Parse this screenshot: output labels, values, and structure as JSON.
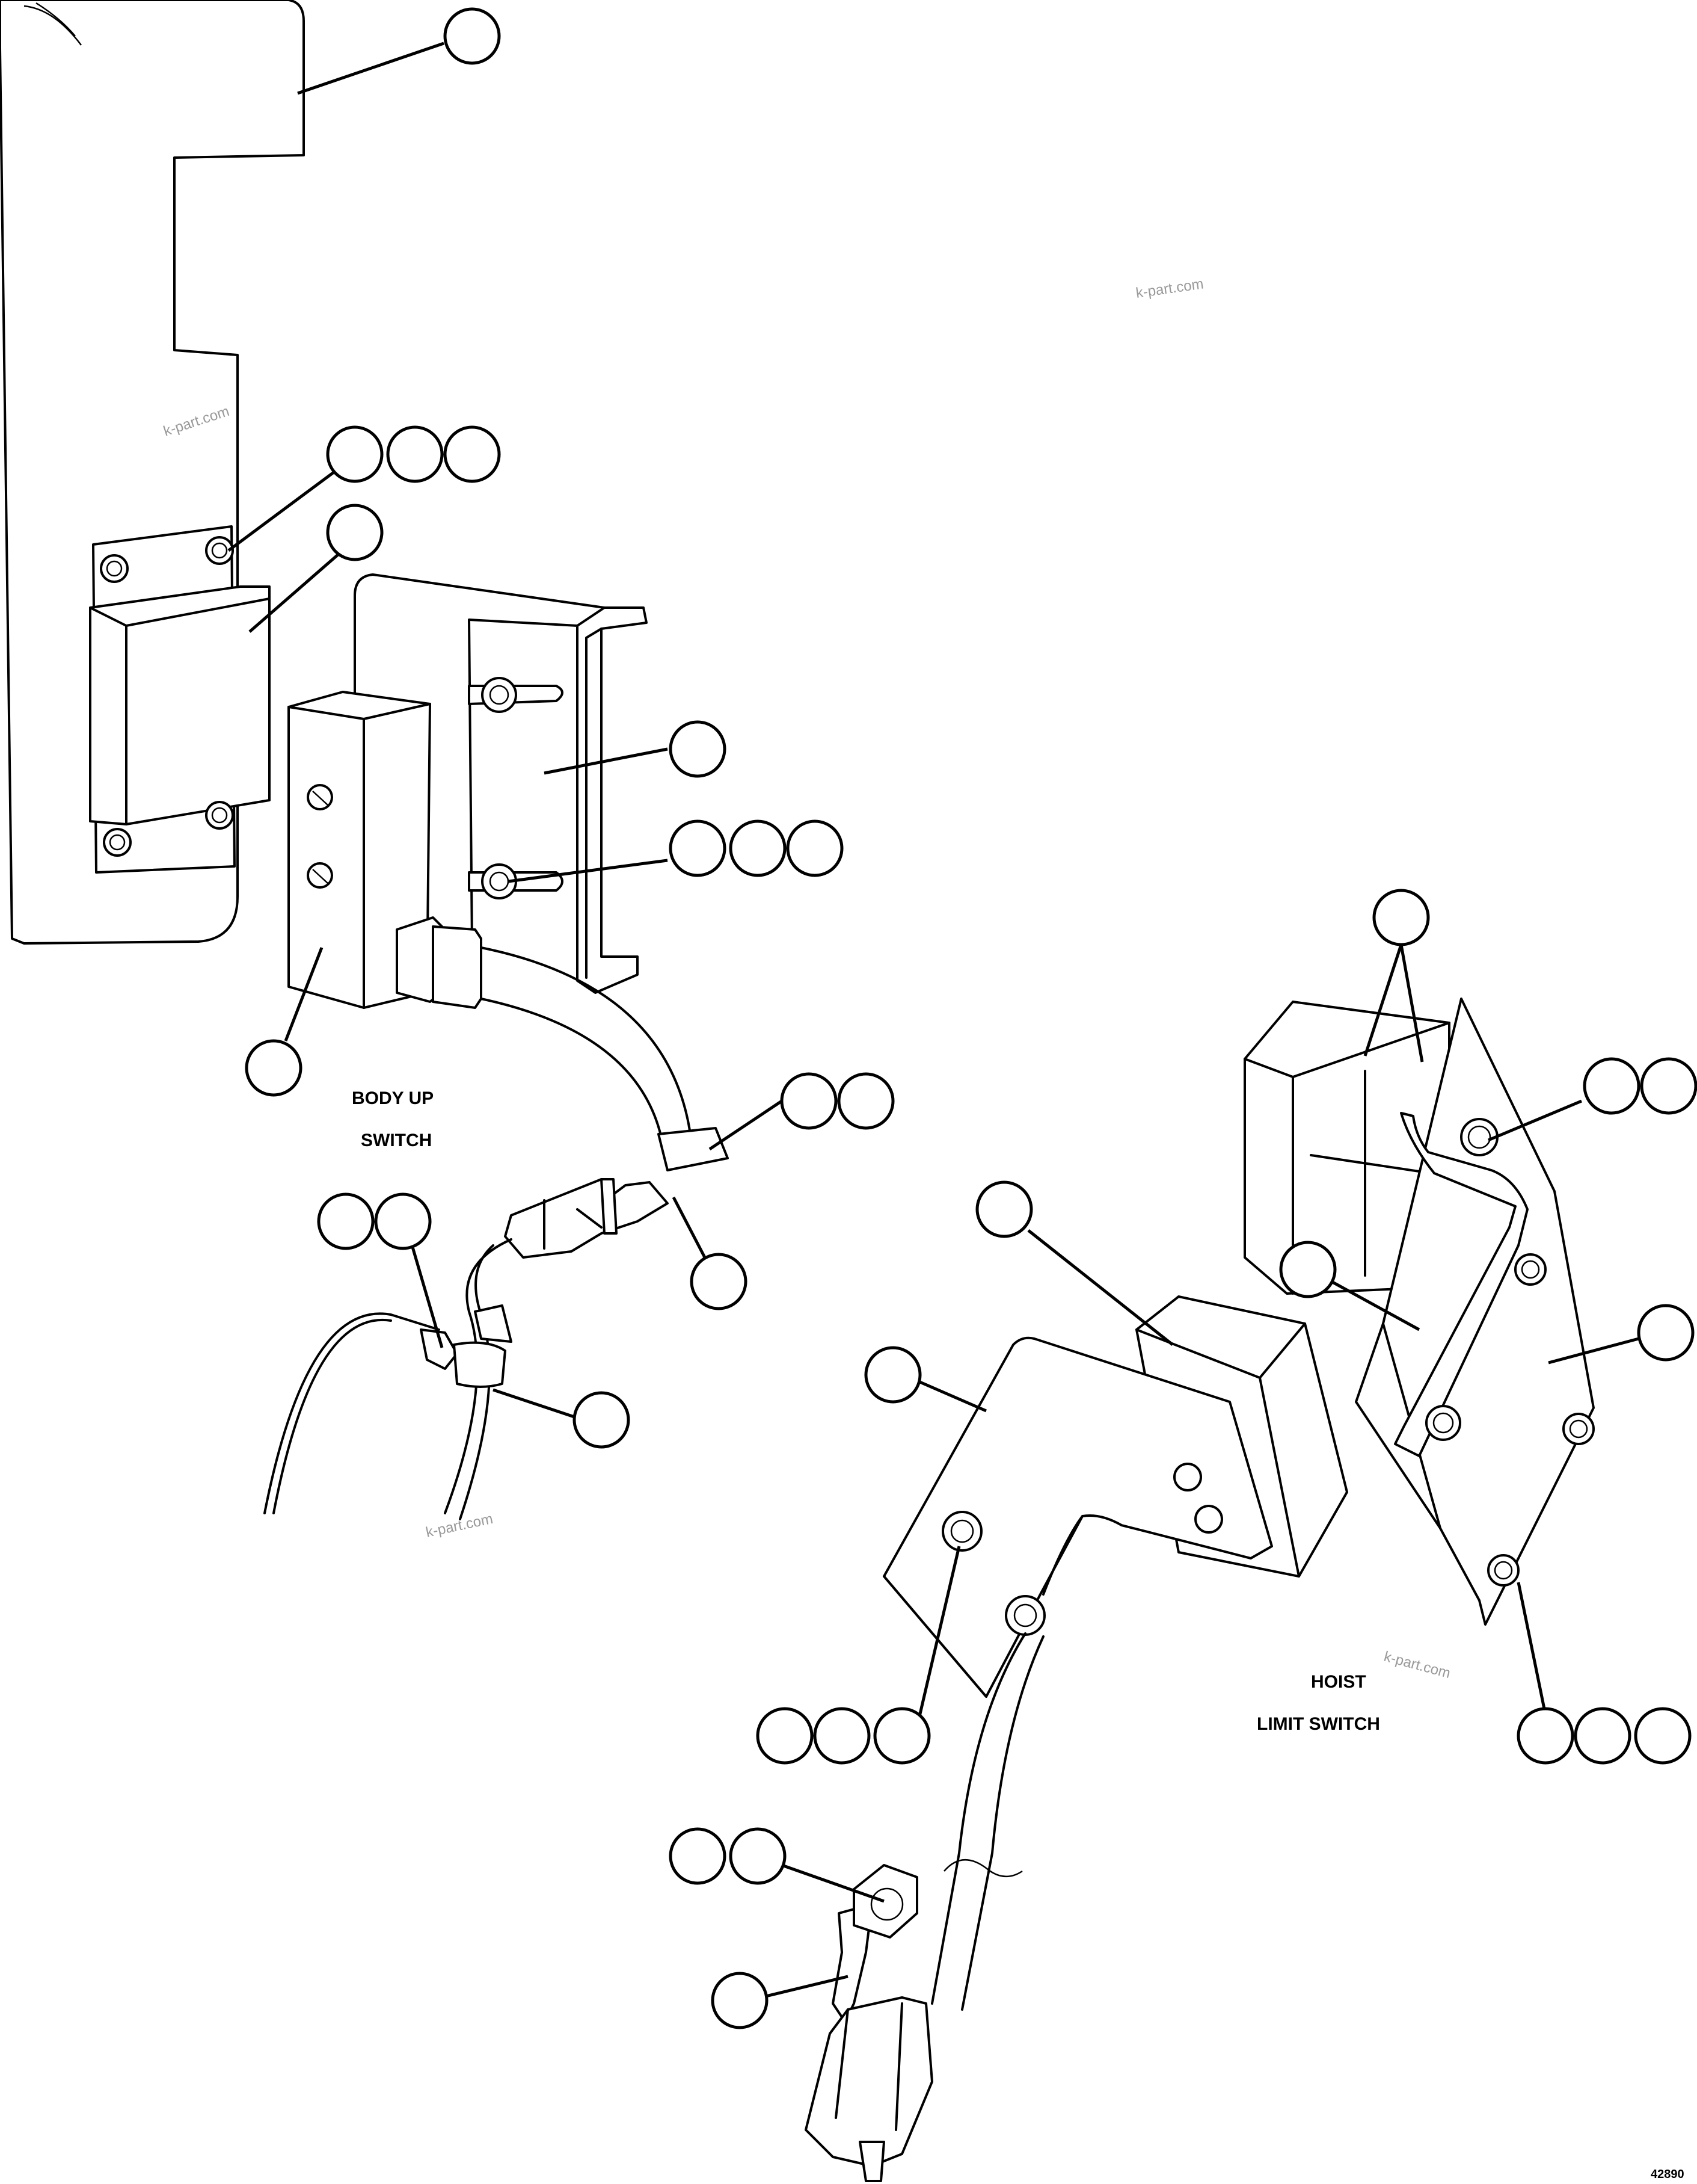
{
  "labels": {
    "body_up_line1": "BODY UP",
    "body_up_line2": "SWITCH",
    "hoist_line1": "HOIST",
    "hoist_line2": "LIMIT SWITCH",
    "figure_number": "42890"
  },
  "watermark": "k-part.com",
  "callout_groups": [
    {
      "id": "body-panel",
      "count": 1
    },
    {
      "id": "panel-fasteners",
      "count": 3
    },
    {
      "id": "cover-plate",
      "count": 1
    },
    {
      "id": "switch-bracket",
      "count": 1
    },
    {
      "id": "bracket-fasteners",
      "count": 3
    },
    {
      "id": "body-up-switch",
      "count": 1
    },
    {
      "id": "cable-nut",
      "count": 2
    },
    {
      "id": "connector",
      "count": 1
    },
    {
      "id": "ground-wire-clip",
      "count": 2
    },
    {
      "id": "cable-clamp",
      "count": 1
    },
    {
      "id": "hoist-switch-blocks",
      "count": 1
    },
    {
      "id": "hoist-mount-bolt",
      "count": 2
    },
    {
      "id": "hoist-switch-body",
      "count": 1
    },
    {
      "id": "hoist-plate",
      "count": 1
    },
    {
      "id": "hoist-bracket",
      "count": 1
    },
    {
      "id": "hoist-switch-actuator",
      "count": 1
    },
    {
      "id": "hoist-bracket-fasteners",
      "count": 3
    },
    {
      "id": "hoist-plate-fasteners",
      "count": 3
    },
    {
      "id": "ground-nut",
      "count": 2
    },
    {
      "id": "ground-strap",
      "count": 1
    }
  ]
}
